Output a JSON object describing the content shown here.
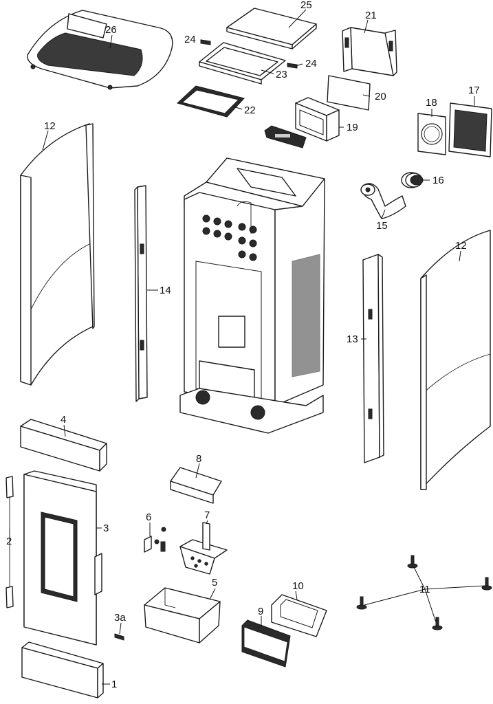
{
  "diagram": {
    "labels": [
      "25",
      "21",
      "26",
      "24",
      "24",
      "23",
      "20",
      "22",
      "17",
      "18",
      "19",
      "12",
      "16",
      "15",
      "14",
      "12",
      "13",
      "4",
      "8",
      "3",
      "2",
      "6",
      "7",
      "5",
      "10",
      "11",
      "3a",
      "9",
      "1"
    ]
  }
}
